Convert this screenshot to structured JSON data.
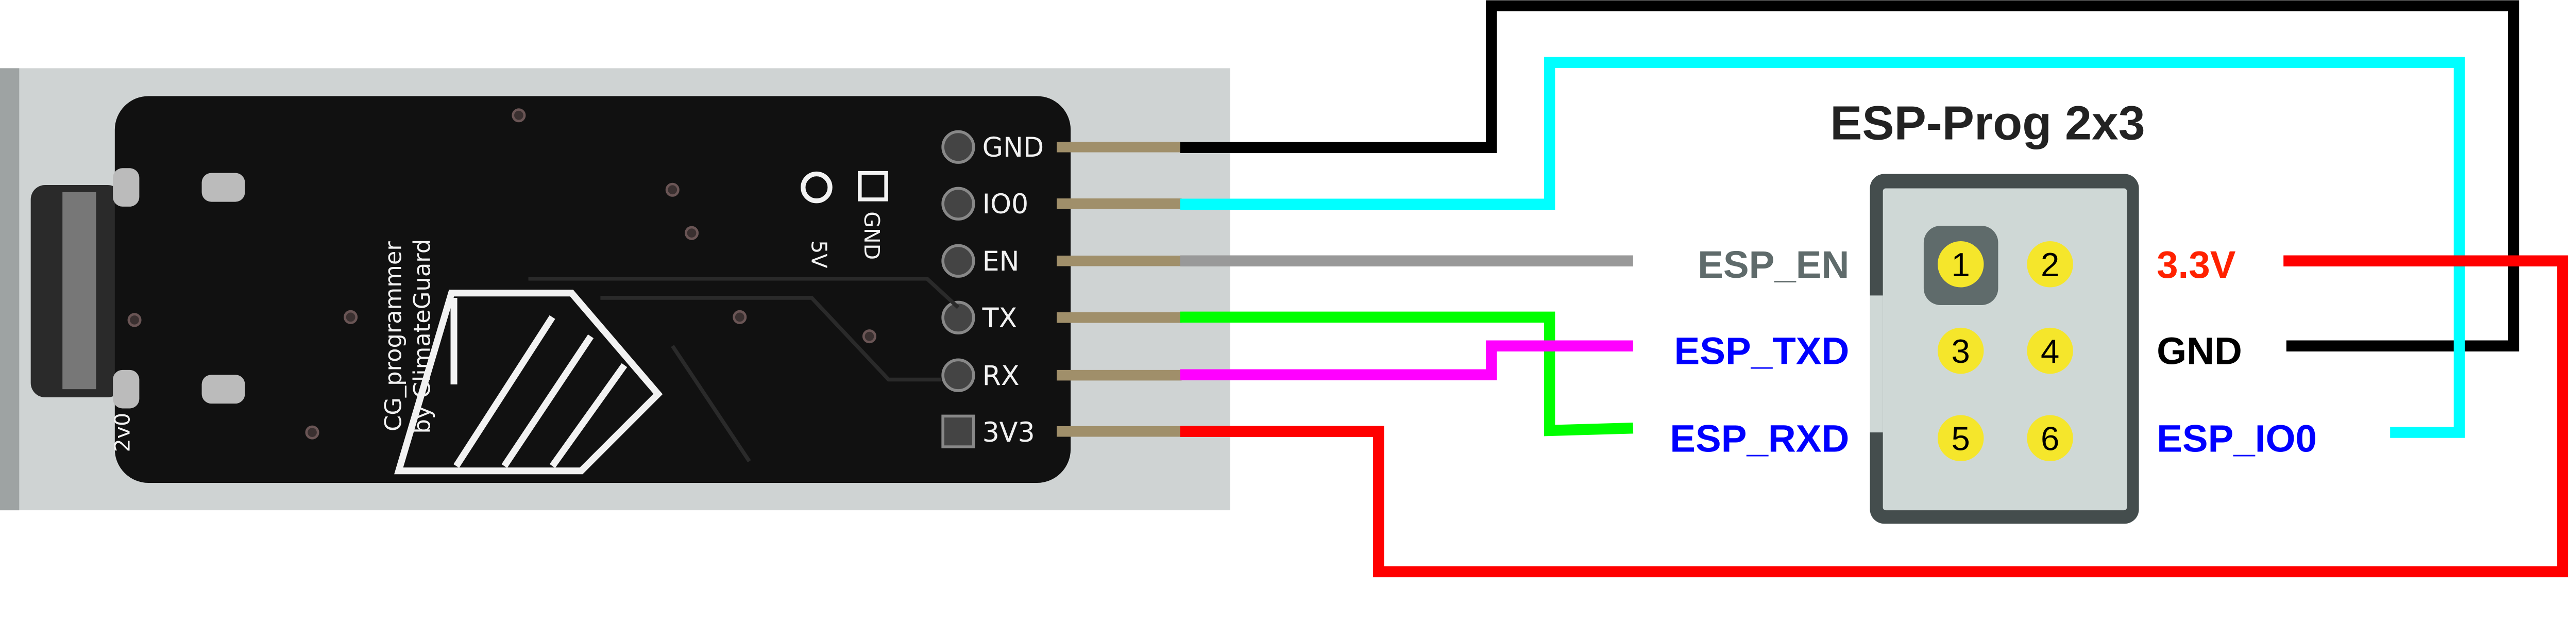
{
  "title": "ESP-Prog 2x3",
  "board": {
    "name_line1": "CG_programmer",
    "name_line2": "by ClimateGuard",
    "pins": [
      "GND",
      "IO0",
      "EN",
      "TX",
      "RX",
      "3V3"
    ],
    "silk_5v": "5V",
    "silk_gnd": "GND",
    "silk_version": "2v0"
  },
  "connector": {
    "pin_numbers": [
      "1",
      "2",
      "3",
      "4",
      "5",
      "6"
    ],
    "left_labels": [
      {
        "text": "ESP_EN",
        "color": "#5f6b6b"
      },
      {
        "text": "ESP_TXD",
        "color": "#0000ff"
      },
      {
        "text": "ESP_RXD",
        "color": "#0000ff"
      }
    ],
    "right_labels": [
      {
        "text": "3.3V",
        "color": "#ff2200"
      },
      {
        "text": "GND",
        "color": "#000000"
      },
      {
        "text": "ESP_IO0",
        "color": "#0000ff"
      }
    ]
  },
  "wires": [
    {
      "from": "GND",
      "to": "GND",
      "color": "#000000"
    },
    {
      "from": "IO0",
      "to": "ESP_IO0",
      "color": "#00ffff"
    },
    {
      "from": "EN",
      "to": "ESP_EN",
      "color": "#999999"
    },
    {
      "from": "TX",
      "to": "ESP_RXD",
      "color": "#00ff00"
    },
    {
      "from": "RX",
      "to": "ESP_TXD",
      "color": "#ff00ff"
    },
    {
      "from": "3V3",
      "to": "3.3V",
      "color": "#ff0000"
    }
  ]
}
